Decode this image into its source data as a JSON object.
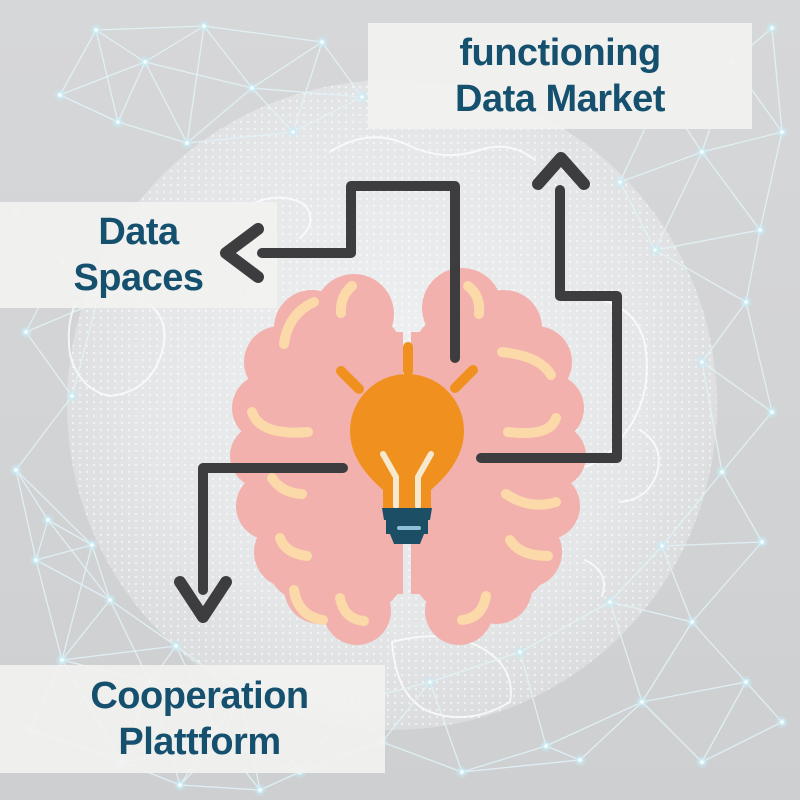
{
  "labels": {
    "data_market": {
      "line1": "functioning",
      "line2": "Data Market"
    },
    "data_spaces": {
      "line1": "Data",
      "line2": "Spaces"
    },
    "cooperation": {
      "line1": "Cooperation",
      "line2": "Plattform"
    }
  },
  "icons": {
    "center": [
      "brain-icon",
      "lightbulb-icon"
    ],
    "arrows": [
      "arrow-left-icon",
      "arrow-up-icon",
      "arrow-down-icon"
    ],
    "background": [
      "globe-icon",
      "network-plexus-icon"
    ]
  },
  "colors": {
    "label_text": "#15506F",
    "arrow": "#3D3D3F",
    "brain": "#F2B1AD",
    "brain_detail": "#FBD9A9",
    "bulb": "#F0911F",
    "bulb_base": "#1C4E66",
    "bulb_base_dash": "#8FC0D8",
    "bulb_filament": "#F6E9D0",
    "band_background": "#F2F2F0",
    "page_background": "#D5D6D7",
    "network": "#C9ECF4"
  }
}
